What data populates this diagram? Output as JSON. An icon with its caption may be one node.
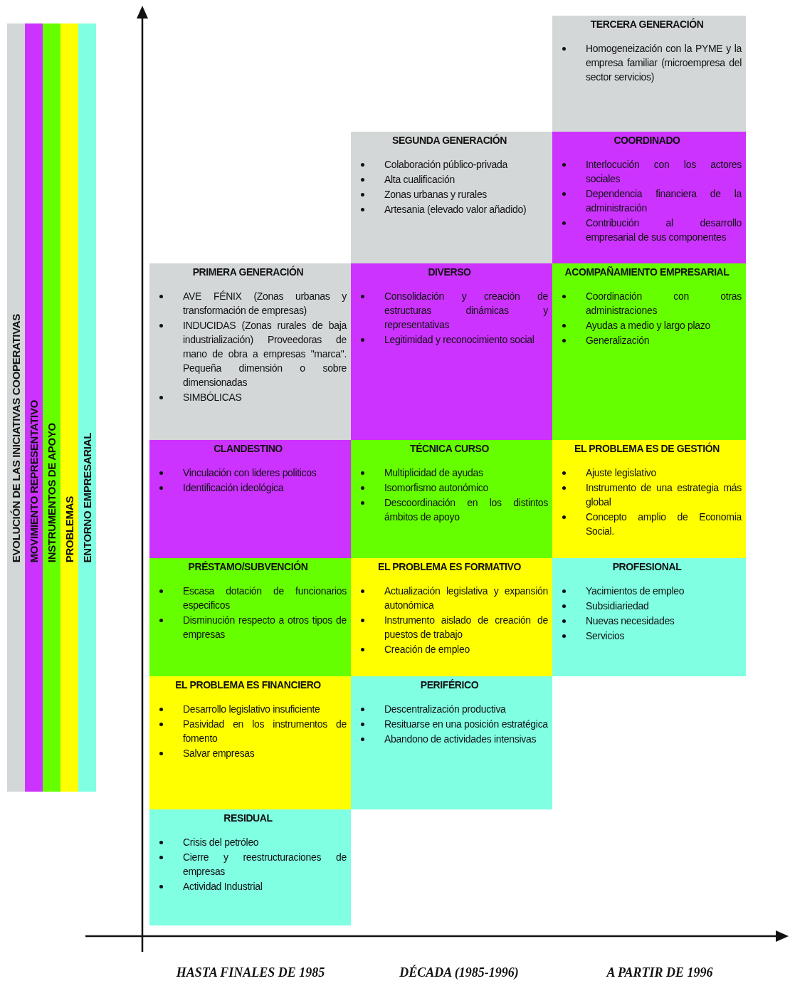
{
  "diagram": {
    "nodes": [
      {
        "text": [
          "TERCERA GENERACIÓN",
          "Homogeneización con la PYME y la empresa familiar (microempresa del sector servicios)"
        ]
      },
      {
        "text": [
          "SEGUNDA GENERACIÓN",
          "Colaboración público-privada",
          "Alta cualificación",
          "Zonas urbanas y rurales",
          "Artesania (elevado valor añadido)"
        ]
      },
      {
        "text": [
          "COORDINADO",
          "Interlocución con los actores sociales",
          "Dependencia financiera de la administración",
          "Contribución al desarrollo empresarial de sus componentes"
        ]
      },
      {
        "text": [
          "PRIMERA GENERACIÓN",
          "AVE FÉNIX (Zonas urbanas y transformación de empresas)",
          "INDUCIDAS (Zonas rurales de baja industrialización) Proveedoras de mano de obra a empresas \"marca\". Pequeña dimensión o sobre dimensionadas",
          "SIMBÓLICAS"
        ]
      },
      {
        "text": [
          "DIVERSO",
          "Consolidación y creación de estructuras dinámicas y representativas",
          "Legitimidad y reconocimiento social"
        ]
      },
      {
        "text": [
          "ACOMPAÑAMIENTO EMPRESARIAL",
          "Coordinación con otras administraciones",
          "Ayudas a medio y largo plazo",
          "Generalización"
        ]
      },
      {
        "text": [
          "CLANDESTINO",
          "Vinculación con lideres politicos",
          "Identificación ideológica"
        ]
      },
      {
        "text": [
          "TÉCNICA CURSO",
          "Multiplicidad de ayudas",
          "Isomorfismo autonómico",
          "Descoordinación en los distintos ámbitos de apoyo"
        ]
      },
      {
        "text": [
          "EL PROBLEMA ES DE GESTIÓN",
          "Ajuste legislativo",
          "Instrumento de una estrategia más global",
          "Concepto amplio de Economia Social."
        ]
      },
      {
        "text": [
          "PRÉSTAMO/SUBVENCIÓN",
          "Escasa dotación de funcionarios especificos",
          "Disminución respecto a otros tipos de empresas"
        ]
      },
      {
        "text": [
          "EL PROBLEMA ES FORMATIVO",
          "Actualización legislativa y expansión autonómica",
          "Instrumento aislado de creación de puestos de trabajo",
          "Creación de empleo"
        ]
      },
      {
        "text": [
          "PROFESIONAL",
          "Yacimientos de empleo",
          "Subsidiariedad",
          "Nuevas necesidades",
          "Servicios"
        ]
      },
      {
        "text": [
          "EL PROBLEMA ES FINANCIERO",
          "Desarrollo legislativo insuficiente",
          "Pasividad en los instrumentos de fomento",
          "Salvar empresas"
        ]
      },
      {
        "text": [
          "PERIFÉRICO",
          "Descentralización productiva",
          "Resituarse en una posición estratégica",
          "Abandono de actividades intensivas"
        ]
      },
      {
        "text": [
          "RESIDUAL",
          "Crisis del petróleo",
          "Cierre y reestructuraciones de empresas",
          "Actividad Industrial"
        ]
      }
    ],
    "labels": [
      "HASTA FINALES DE 1985",
      "DÉCADA (1985-1996)",
      "A PARTIR DE 1996"
    ],
    "legend": [
      {
        "text": "EVOLUCIÓN DE LAS INICIATIVAS COOPERATIVAS",
        "color": "#d3d7d7"
      },
      {
        "text": "MOVIMIENTO REPRESENTATIVO",
        "color": "#cc33ff"
      },
      {
        "text": "INSTRUMENTOS DE APOYO",
        "color": "#66ff00"
      },
      {
        "text": "PROBLEMAS",
        "color": "#ffff00"
      },
      {
        "text": "ENTORNO EMPRESARIAL",
        "color": "#80ffe2"
      }
    ]
  }
}
